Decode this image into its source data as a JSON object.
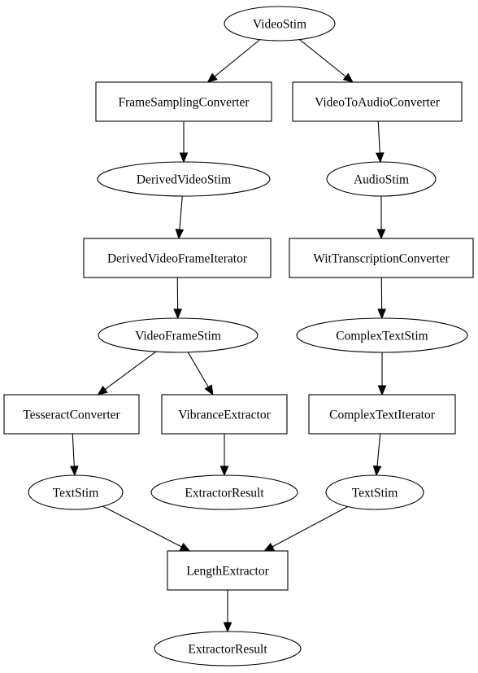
{
  "graph": {
    "nodes": [
      {
        "id": "videostim",
        "label": "VideoStim",
        "shape": "ellipse"
      },
      {
        "id": "framesampling",
        "label": "FrameSamplingConverter",
        "shape": "box"
      },
      {
        "id": "videotoaudio",
        "label": "VideoToAudioConverter",
        "shape": "box"
      },
      {
        "id": "derivedvideostim",
        "label": "DerivedVideoStim",
        "shape": "ellipse"
      },
      {
        "id": "audiostim",
        "label": "AudioStim",
        "shape": "ellipse"
      },
      {
        "id": "derivedframeiter",
        "label": "DerivedVideoFrameIterator",
        "shape": "box"
      },
      {
        "id": "wittranscription",
        "label": "WitTranscriptionConverter",
        "shape": "box"
      },
      {
        "id": "videoframestim",
        "label": "VideoFrameStim",
        "shape": "ellipse"
      },
      {
        "id": "complextextstim",
        "label": "ComplexTextStim",
        "shape": "ellipse"
      },
      {
        "id": "tesseract",
        "label": "TesseractConverter",
        "shape": "box"
      },
      {
        "id": "vibrance",
        "label": "VibranceExtractor",
        "shape": "box"
      },
      {
        "id": "complextextiter",
        "label": "ComplexTextIterator",
        "shape": "box"
      },
      {
        "id": "textstim1",
        "label": "TextStim",
        "shape": "ellipse"
      },
      {
        "id": "extractorresult1",
        "label": "ExtractorResult",
        "shape": "ellipse"
      },
      {
        "id": "textstim2",
        "label": "TextStim",
        "shape": "ellipse"
      },
      {
        "id": "lengthextractor",
        "label": "LengthExtractor",
        "shape": "box"
      },
      {
        "id": "extractorresult2",
        "label": "ExtractorResult",
        "shape": "ellipse"
      }
    ],
    "edges": [
      {
        "from": "videostim",
        "to": "framesampling"
      },
      {
        "from": "videostim",
        "to": "videotoaudio"
      },
      {
        "from": "framesampling",
        "to": "derivedvideostim"
      },
      {
        "from": "videotoaudio",
        "to": "audiostim"
      },
      {
        "from": "derivedvideostim",
        "to": "derivedframeiter"
      },
      {
        "from": "audiostim",
        "to": "wittranscription"
      },
      {
        "from": "derivedframeiter",
        "to": "videoframestim"
      },
      {
        "from": "wittranscription",
        "to": "complextextstim"
      },
      {
        "from": "videoframestim",
        "to": "tesseract"
      },
      {
        "from": "videoframestim",
        "to": "vibrance"
      },
      {
        "from": "complextextstim",
        "to": "complextextiter"
      },
      {
        "from": "tesseract",
        "to": "textstim1"
      },
      {
        "from": "vibrance",
        "to": "extractorresult1"
      },
      {
        "from": "complextextiter",
        "to": "textstim2"
      },
      {
        "from": "textstim1",
        "to": "lengthextractor"
      },
      {
        "from": "textstim2",
        "to": "lengthextractor"
      },
      {
        "from": "lengthextractor",
        "to": "extractorresult2"
      }
    ]
  }
}
